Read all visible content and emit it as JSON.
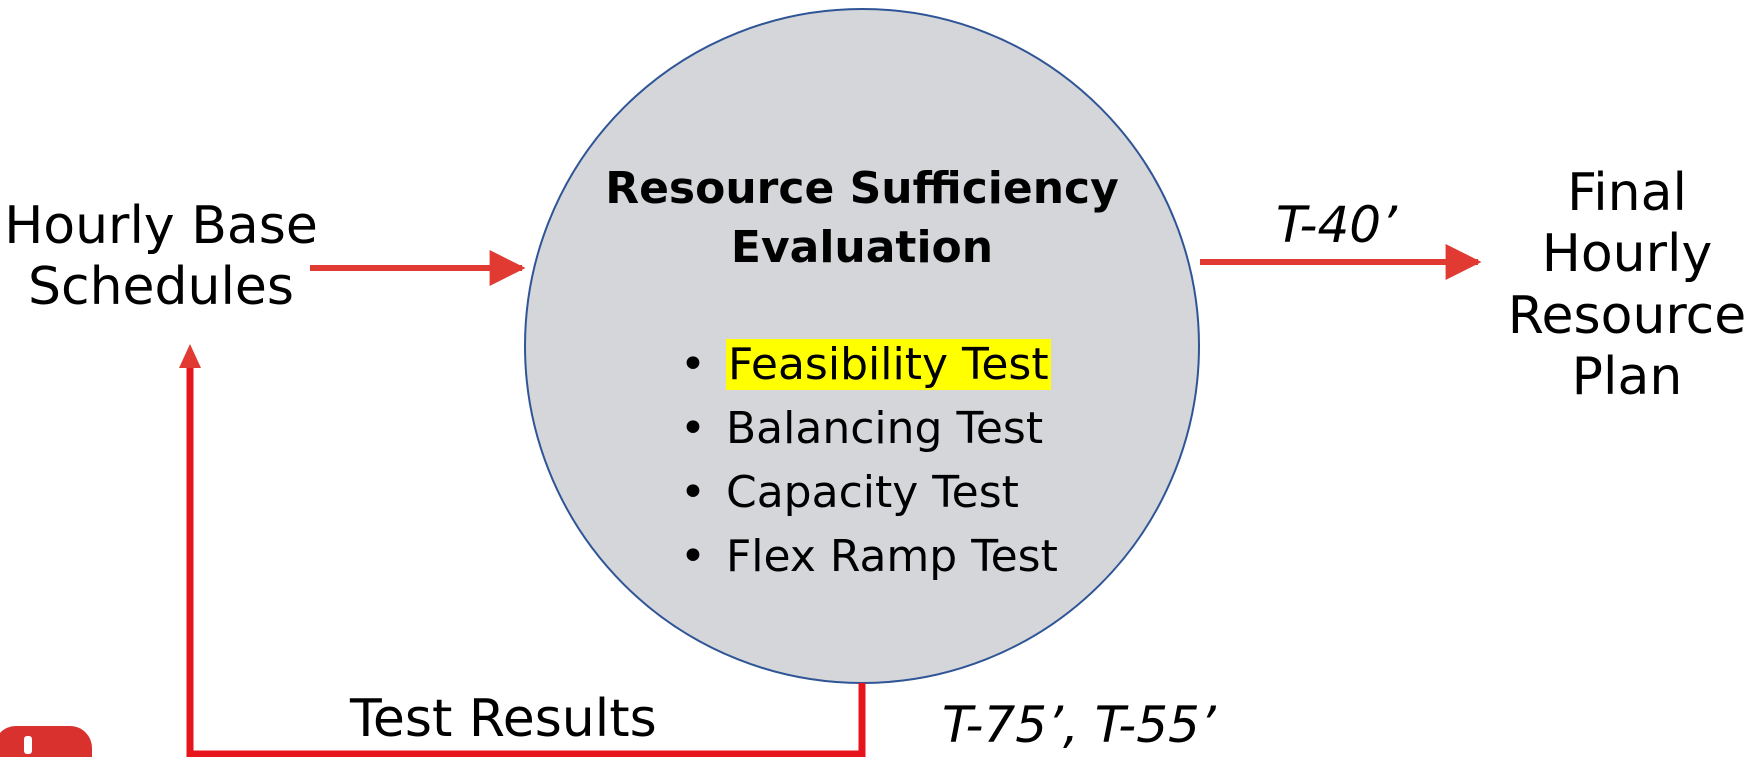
{
  "input": {
    "label_line1": "Hourly Base",
    "label_line2": "Schedules"
  },
  "process": {
    "title_line1": "Resource Sufficiency",
    "title_line2": "Evaluation",
    "tests": [
      {
        "label": "Feasibility Test",
        "highlighted": true
      },
      {
        "label": "Balancing Test",
        "highlighted": false
      },
      {
        "label": "Capacity Test",
        "highlighted": false
      },
      {
        "label": "Flex Ramp Test",
        "highlighted": false
      }
    ],
    "bullet": "•"
  },
  "output": {
    "label_line1": "Final",
    "label_line2": "Hourly",
    "label_line3": "Resource",
    "label_line4": "Plan",
    "timing": "T-40’"
  },
  "feedback": {
    "label": "Test Results",
    "timing": "T-75’, T-55’"
  },
  "colors": {
    "arrow": "#e03a32",
    "feedback_line": "#e8141c",
    "circle_fill": "#d4d6da",
    "circle_stroke": "#2f5597",
    "highlight": "#ffff00",
    "logo": "#d9322e"
  },
  "icons": {
    "corner": "app-logo-icon"
  }
}
